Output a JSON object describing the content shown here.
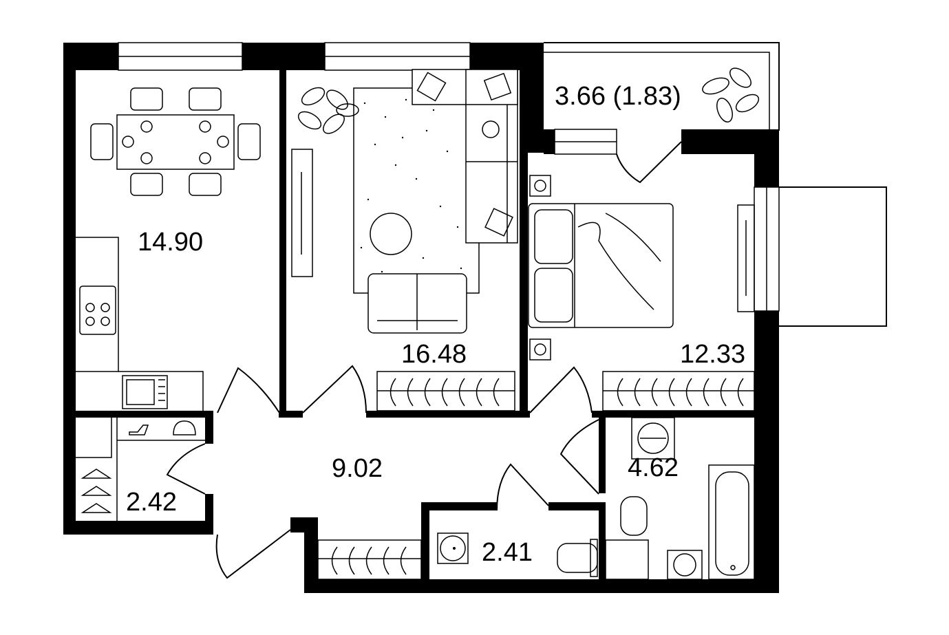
{
  "plan": {
    "rooms": [
      {
        "id": "kitchen",
        "area": "14.90"
      },
      {
        "id": "living-room",
        "area": "16.48"
      },
      {
        "id": "balcony",
        "area": "3.66 (1.83)"
      },
      {
        "id": "bedroom",
        "area": "12.33"
      },
      {
        "id": "bathroom",
        "area": "4.62"
      },
      {
        "id": "hallway",
        "area": "9.02"
      },
      {
        "id": "wardrobe",
        "area": "2.42"
      },
      {
        "id": "toilet",
        "area": "2.41"
      }
    ]
  },
  "colors": {
    "walls": "#000000",
    "background": "#ffffff"
  }
}
